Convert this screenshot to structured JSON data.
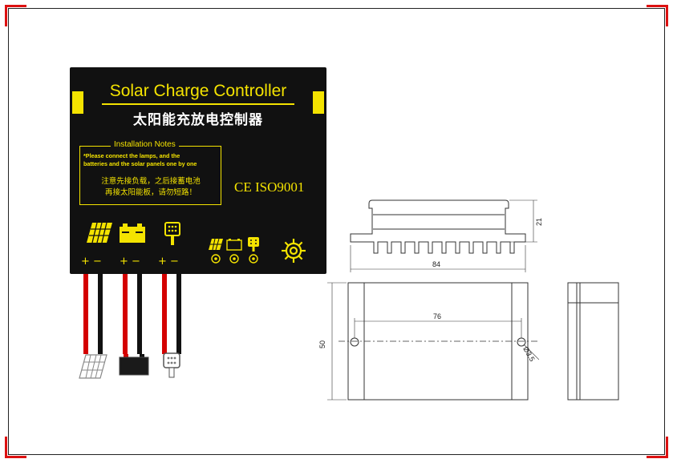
{
  "controller": {
    "title": "Solar Charge Controller",
    "title_cn": "太阳能充放电控制器",
    "notes": {
      "heading": "Installation Notes",
      "en_line1": "*Please connect the lamps, and the",
      "en_line2": "batteries  and the solar panels one by one",
      "cn_line1": "注意先接负载，之后接蓄电池",
      "cn_line2": "再接太阳能板，请勿短路！"
    },
    "certification": "CE  ISO9001",
    "terminals": [
      "+ −",
      "+ −",
      "+ −"
    ],
    "terminal_icons": [
      "solar-panel-icon",
      "battery-icon",
      "lamp-icon"
    ]
  },
  "drawing": {
    "dimensions": {
      "width": "84",
      "height": "21",
      "length": "50",
      "hole_spacing": "76",
      "hole_diameter": "Ø3.5"
    }
  },
  "colors": {
    "panel": "#111111",
    "accent": "#f4e300",
    "wire_red": "#d40000",
    "frame_corner": "#dd1111"
  }
}
